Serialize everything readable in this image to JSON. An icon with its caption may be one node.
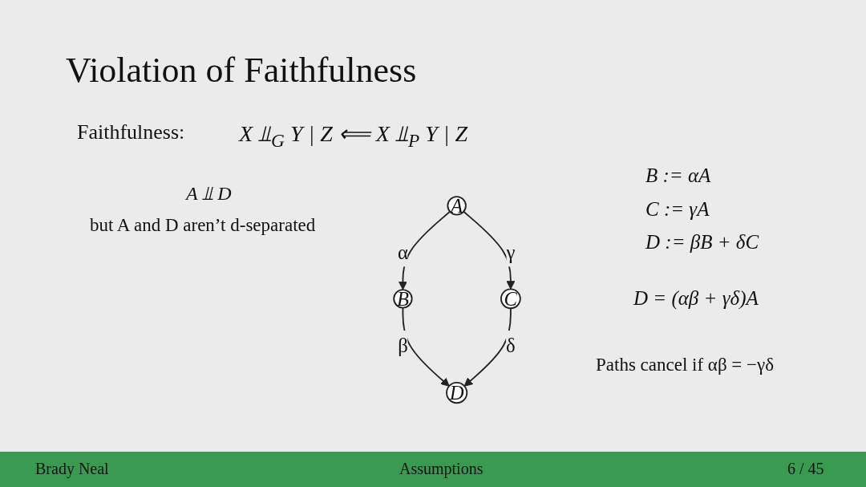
{
  "diagram": {
    "title": "Violation of Faithfulness",
    "nodes": [
      {
        "text": [
          "A"
        ]
      },
      {
        "text": [
          "B"
        ]
      },
      {
        "text": [
          "C"
        ]
      },
      {
        "text": [
          "D"
        ]
      }
    ],
    "edges": [
      {
        "from": 0,
        "to": 1,
        "arrow": "to",
        "label": "α"
      },
      {
        "from": 0,
        "to": 2,
        "arrow": "to",
        "label": "γ"
      },
      {
        "from": 1,
        "to": 3,
        "arrow": "to",
        "label": "β"
      },
      {
        "from": 2,
        "to": 3,
        "arrow": "to",
        "label": "δ"
      }
    ],
    "labels": [
      "Faithfulness:",
      "X ⫫$_{G}$ Y | Z ⟸ X ⫫$_{P}$ Y | Z",
      "A ⫫ D",
      "but A and D aren’t d-separated",
      "B := αA",
      "C := γA",
      "D := βB + δC",
      "D = (αβ + γδ)A",
      "Paths cancel if αβ = −γδ",
      "Brady Neal",
      "Assumptions",
      "6 / 45"
    ]
  }
}
